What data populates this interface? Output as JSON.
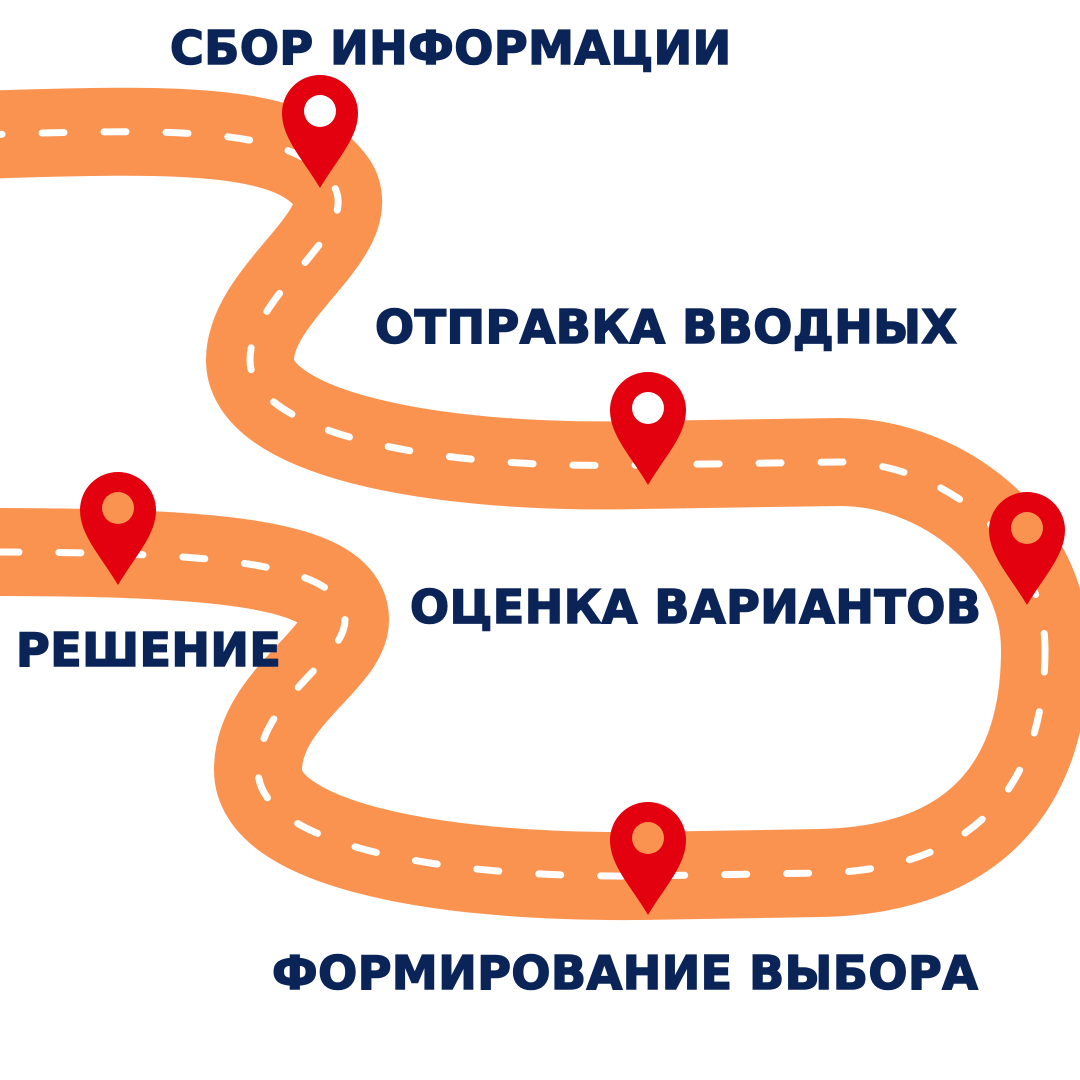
{
  "colors": {
    "road": "#fb9350",
    "road_dash": "#ffffff",
    "pin": "#e3000f",
    "label": "#0b2458"
  },
  "steps": [
    {
      "label": "СБОР ИНФОРМАЦИИ",
      "icon": "map-pin-icon"
    },
    {
      "label": "ОТПРАВКА ВВОДНЫХ",
      "icon": "map-pin-icon"
    },
    {
      "label": "ОЦЕНКА ВАРИАНТОВ",
      "icon": "map-pin-icon"
    },
    {
      "label": "ФОРМИРОВАНИЕ ВЫБОРА",
      "icon": "map-pin-icon"
    },
    {
      "label": "РЕШЕНИЕ",
      "icon": "map-pin-icon"
    }
  ]
}
